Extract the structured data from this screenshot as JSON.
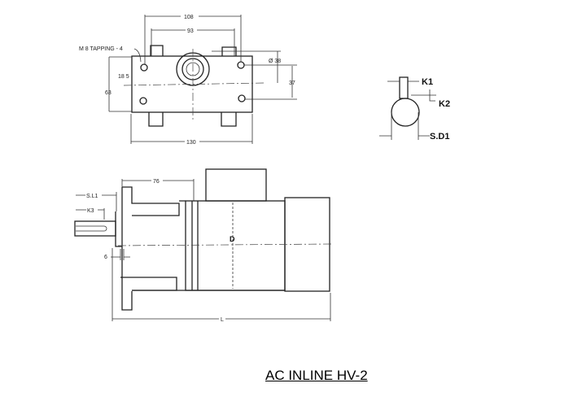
{
  "title": "AC INLINE HV-2",
  "front_view": {
    "tapping_label": "M 8 TAPPING - 4",
    "dim_108": "108",
    "dim_93": "93",
    "dim_38": "Ø 38",
    "dim_18_5": "18 5",
    "dim_63": "63",
    "dim_37": "37",
    "dim_130": "130"
  },
  "shaft_section": {
    "k1": "K1",
    "k2": "K2",
    "sd1": "S.D1"
  },
  "side_view": {
    "sl1": "S.L1",
    "k3": "K3",
    "dim_76": "76",
    "d": "D",
    "dim_6": "6",
    "l": "L"
  }
}
